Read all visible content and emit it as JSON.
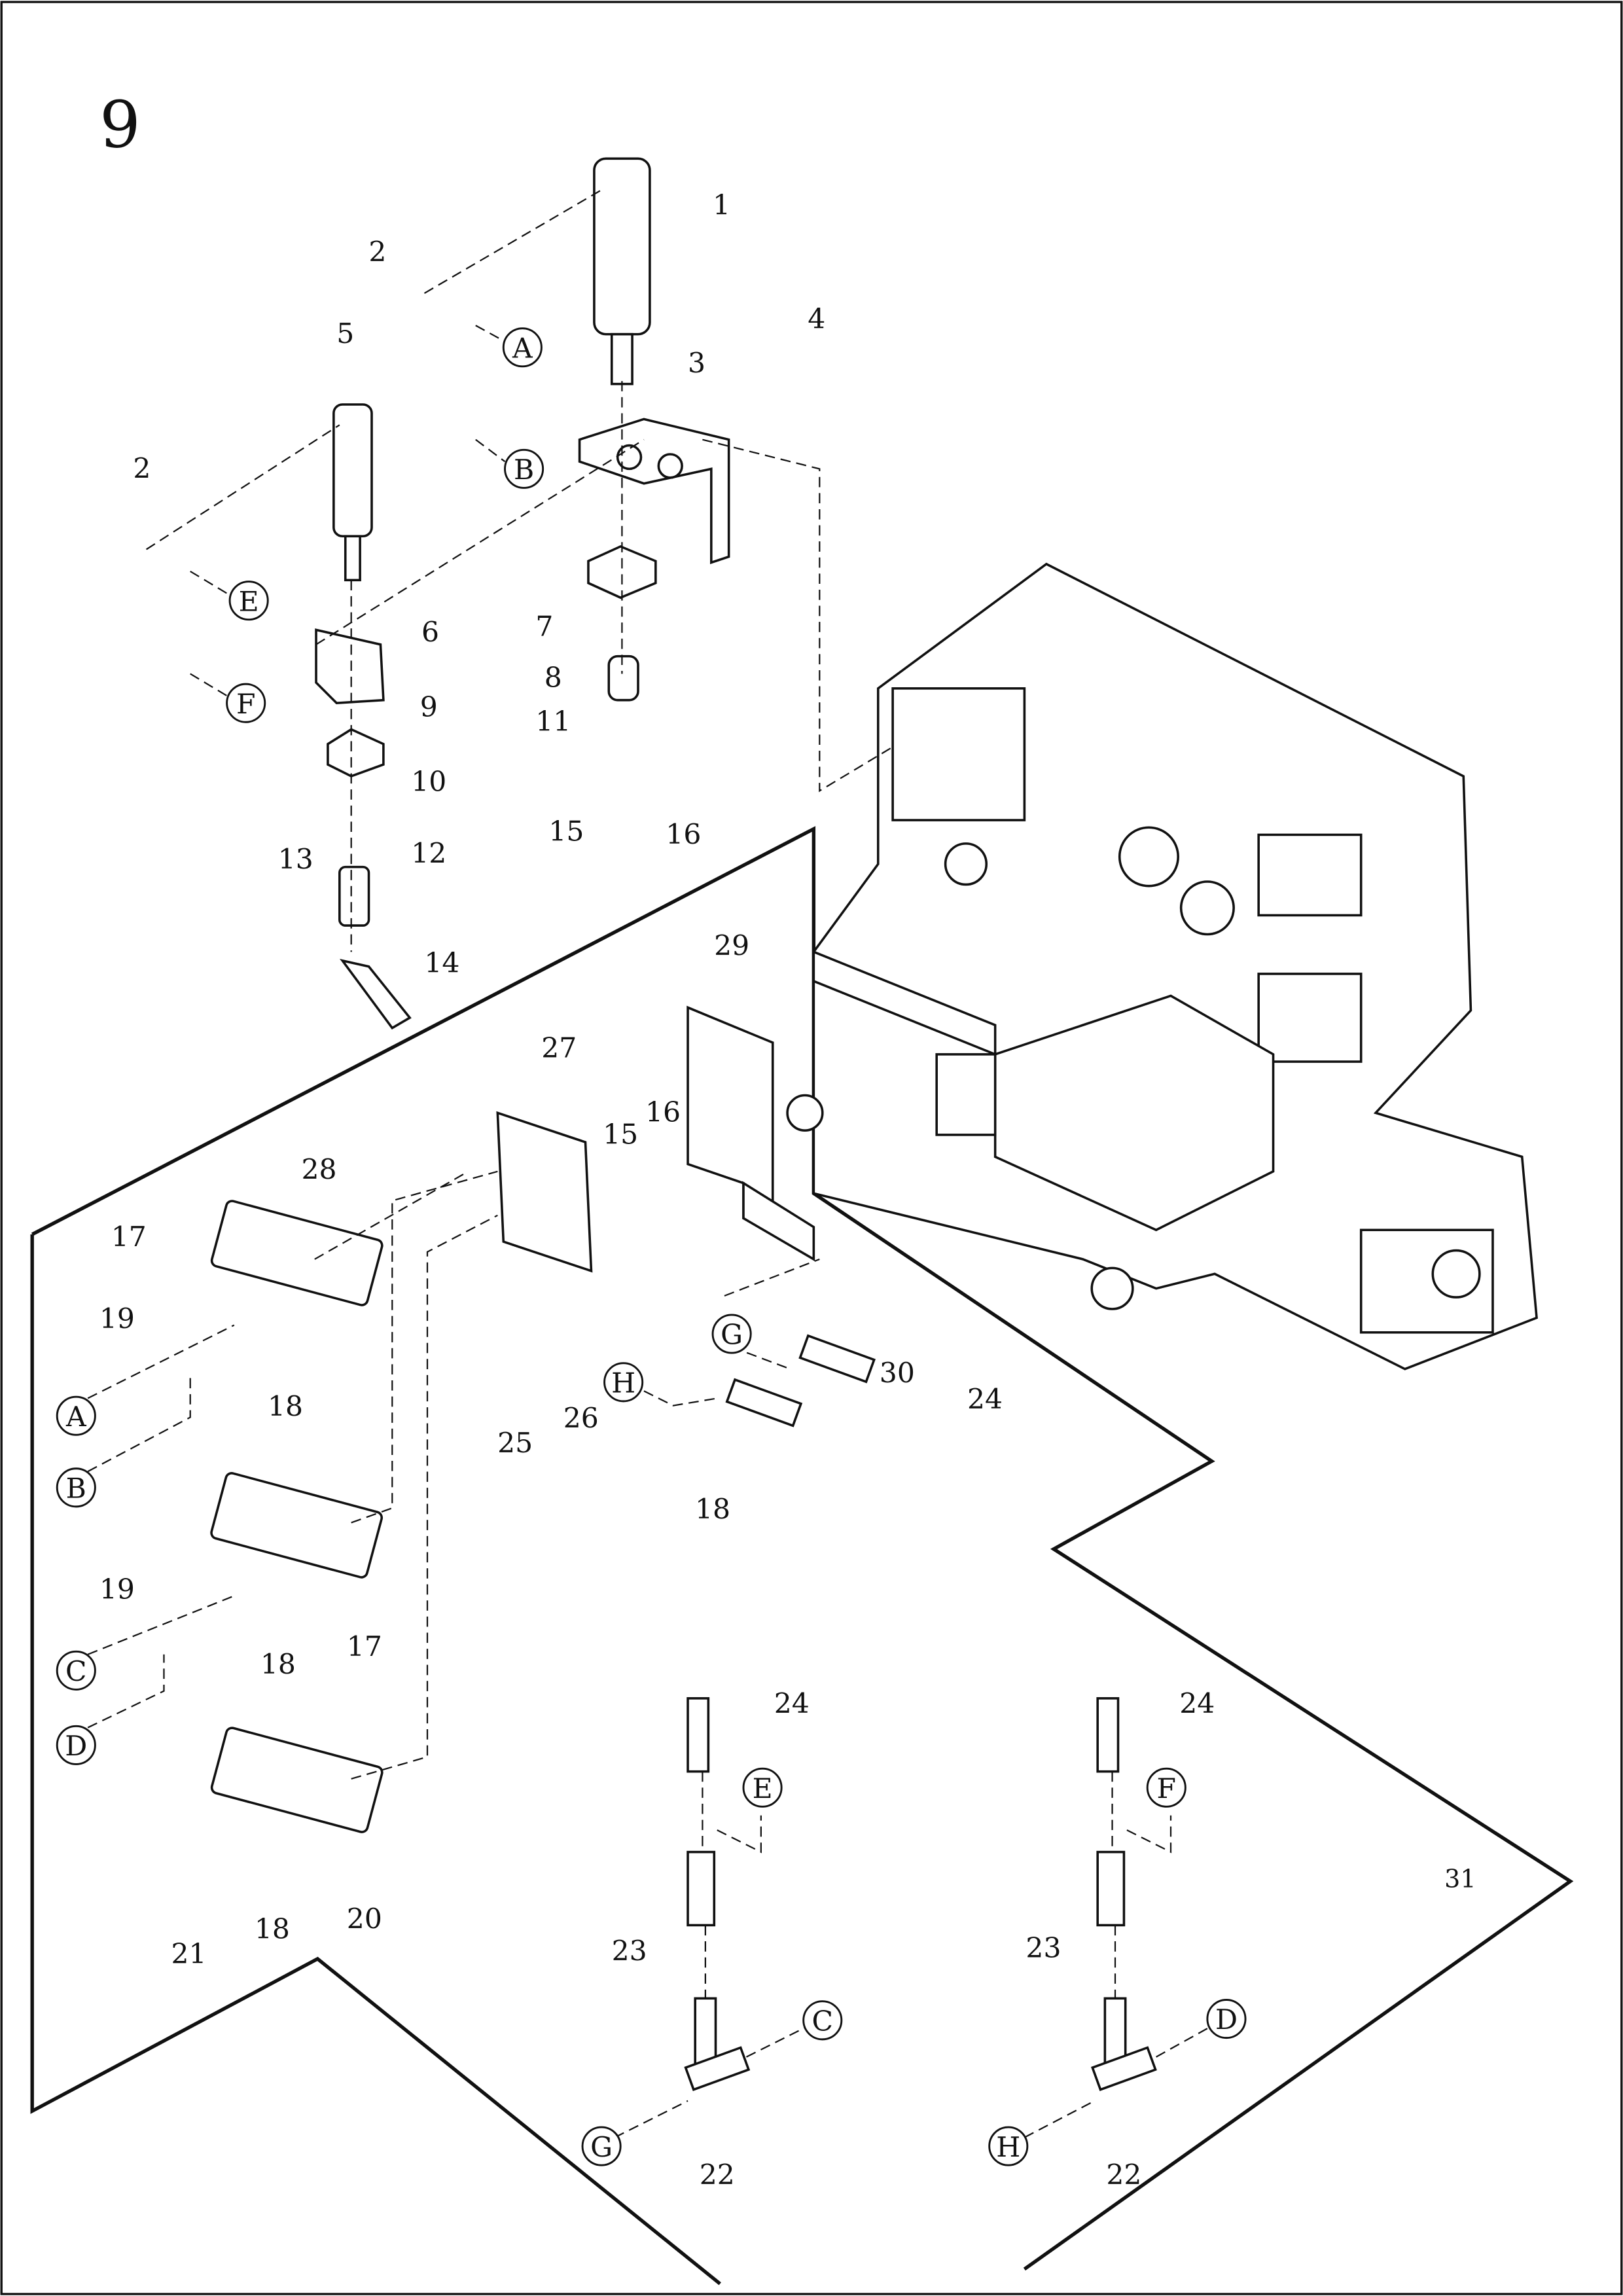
{
  "page_number": "9",
  "sheet_number": "31",
  "part_labels": [
    "1",
    "2",
    "4",
    "5",
    "3",
    "2",
    "6",
    "7",
    "8",
    "11",
    "9",
    "10",
    "15",
    "16",
    "13",
    "12",
    "14",
    "29",
    "27",
    "16",
    "15",
    "28",
    "17",
    "19",
    "18",
    "30",
    "24",
    "25",
    "26",
    "18",
    "19",
    "17",
    "18",
    "24",
    "24",
    "21",
    "18",
    "20",
    "23",
    "23",
    "22",
    "22"
  ],
  "reference_letters": [
    "A",
    "B",
    "E",
    "F",
    "A",
    "B",
    "G",
    "H",
    "C",
    "D",
    "E",
    "F",
    "C",
    "D",
    "G",
    "H"
  ]
}
